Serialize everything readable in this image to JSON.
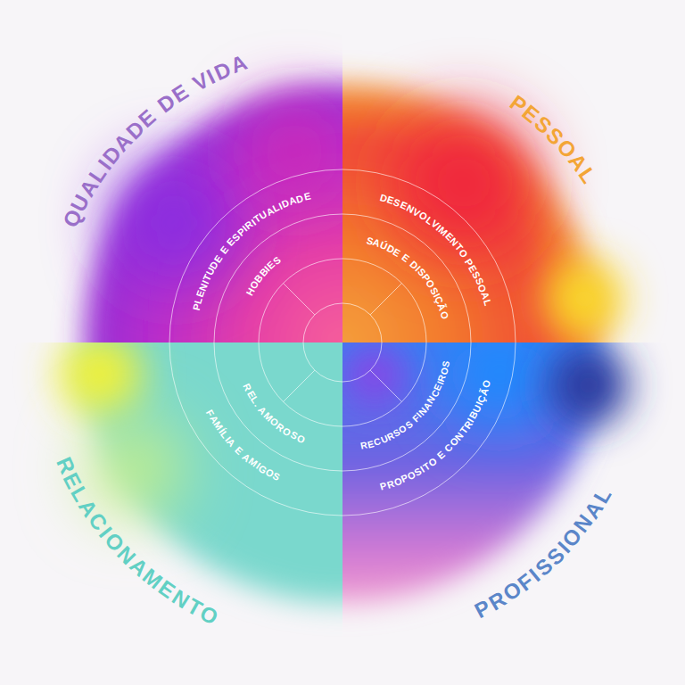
{
  "diagram": {
    "nodes": [
      {
        "text": [
          "QUALIDADE DE VIDA"
        ]
      },
      {
        "text": [
          "PLENITUDE E ESPIRITUALIDADE"
        ],
        "in": 0
      },
      {
        "text": [
          "HOBBIES"
        ],
        "in": 0
      },
      {
        "text": [
          "PESSOAL"
        ]
      },
      {
        "text": [
          "DESENVOLVIMENTO PESSOAL"
        ],
        "in": 3
      },
      {
        "text": [
          "SAÚDE E DISPOSIÇÃO"
        ],
        "in": 3
      },
      {
        "text": [
          "RELACIONAMENTO"
        ]
      },
      {
        "text": [
          "REL. AMOROSO"
        ],
        "in": 6
      },
      {
        "text": [
          "FAMÍLIA E AMIGOS"
        ],
        "in": 6
      },
      {
        "text": [
          "PROFISSIONAL"
        ]
      },
      {
        "text": [
          "RECURSOS FINANCEIROS"
        ],
        "in": 9
      },
      {
        "text": [
          "PROPOSITO E CONTRIBUIÇÃO"
        ],
        "in": 9
      }
    ]
  }
}
